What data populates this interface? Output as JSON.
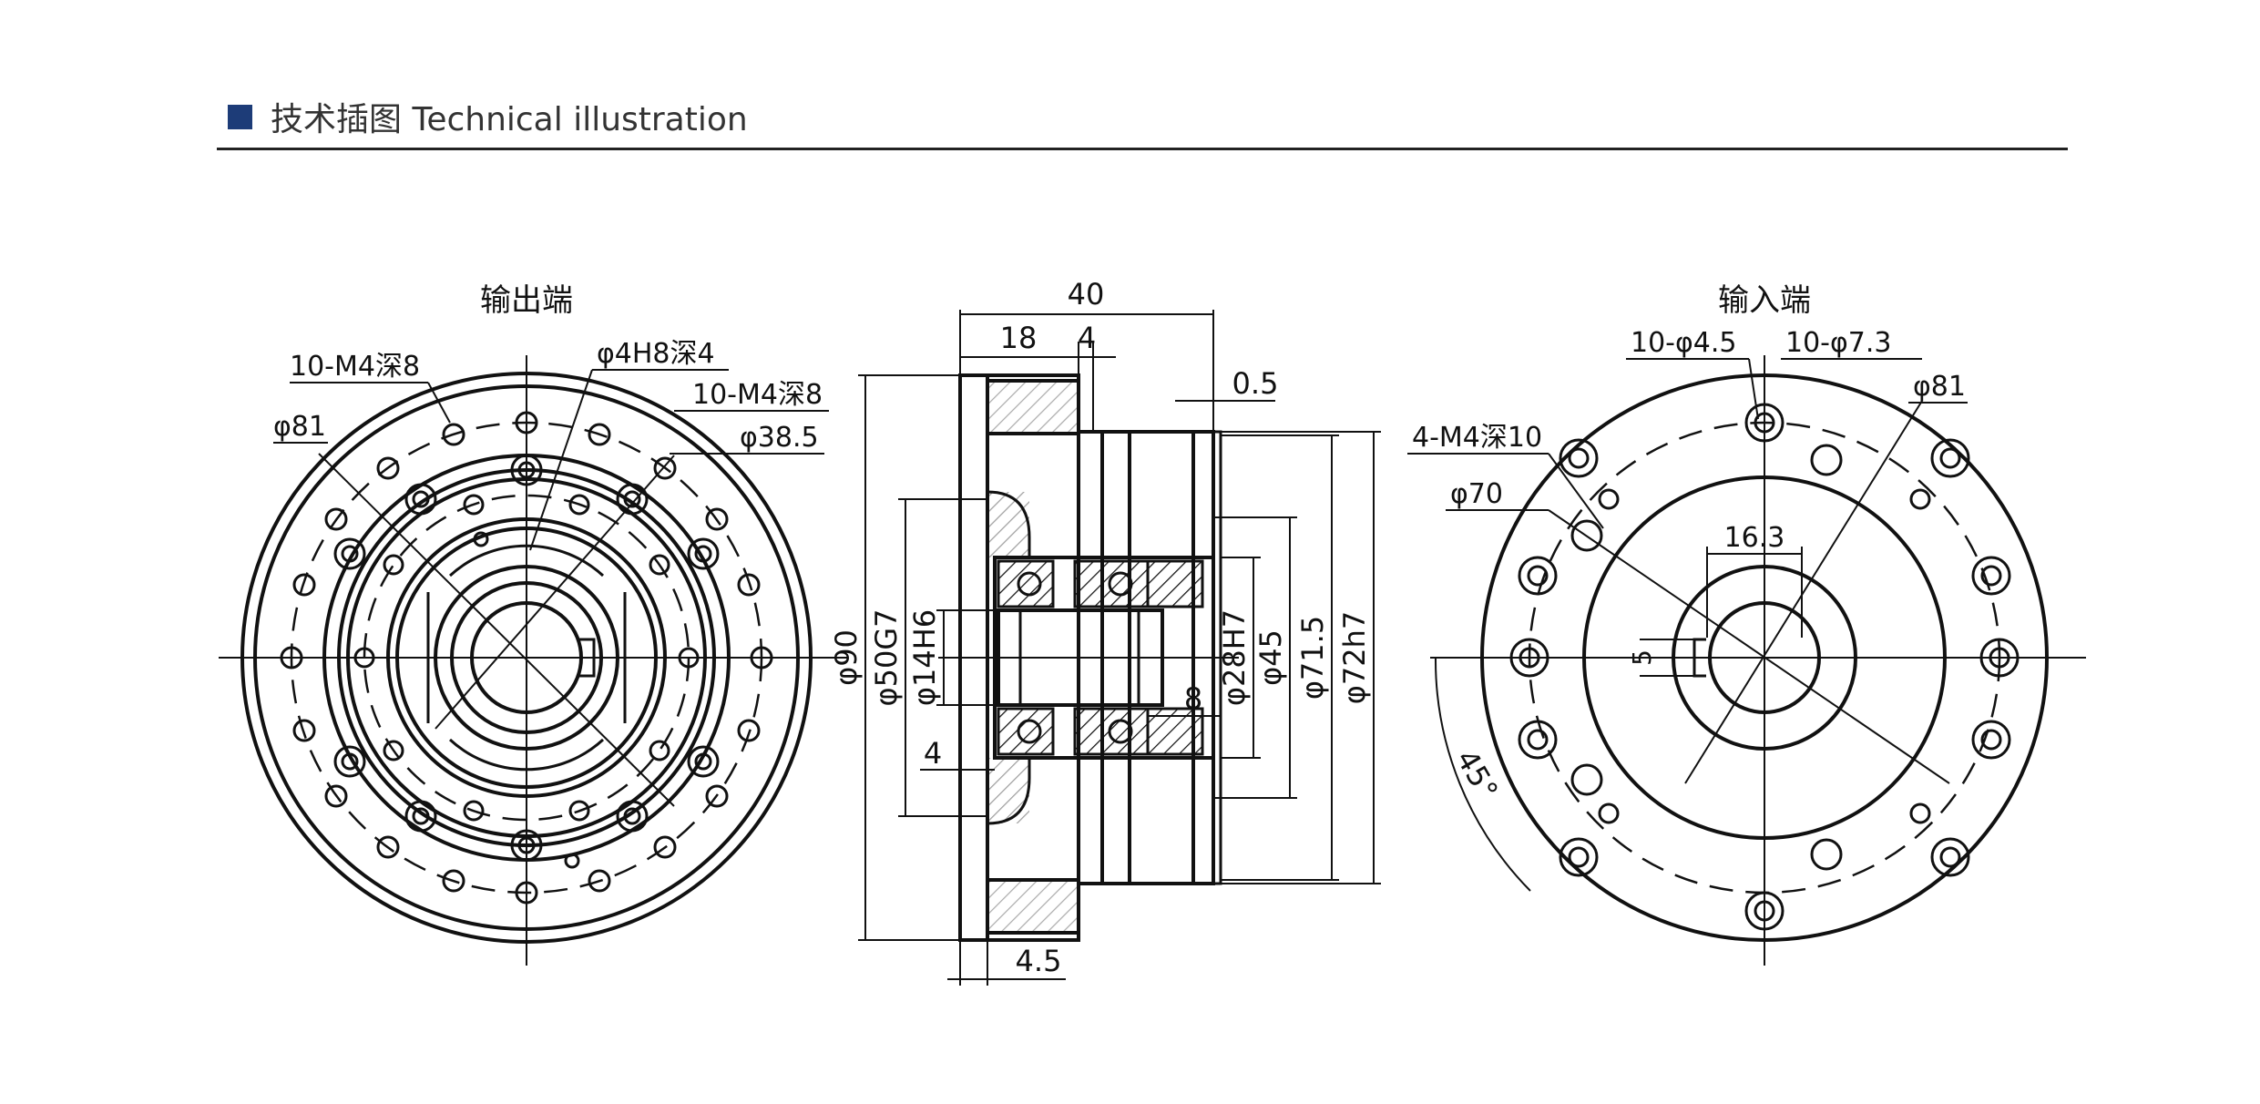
{
  "header": {
    "title": "技术插图 Technical illustration",
    "accent_color": "#1d3c78",
    "icon": "square-marker-icon"
  },
  "output_view": {
    "title": "输出端",
    "labels": {
      "bolt_circle_outer": "10-M4深8",
      "pin_hole": "φ4H8深4",
      "bolt_circle_inner": "10-M4深8",
      "dia_81": "φ81",
      "dia_38_5": "φ38.5"
    }
  },
  "section_view": {
    "labels": {
      "length_40": "40",
      "length_18": "18",
      "length_4_top": "4",
      "gap_0_5": "0.5",
      "dia_90": "φ90",
      "dia_50g7": "φ50G7",
      "dia_14h6": "φ14H6",
      "dia_28h7": "φ28H7",
      "dia_45": "φ45",
      "dia_71_5": "φ71.5",
      "dia_72h7": "φ72h7",
      "length_8": "8",
      "length_4_left": "4",
      "length_4_5": "4.5"
    }
  },
  "input_view": {
    "title": "输入端",
    "labels": {
      "holes_4_5": "10-φ4.5",
      "holes_7_3": "10-φ7.3",
      "dia_81": "φ81",
      "thread_4": "4-M4深10",
      "dia_70": "φ70",
      "key_16_3": "16.3",
      "key_5": "5",
      "angle_45": "45°"
    }
  }
}
